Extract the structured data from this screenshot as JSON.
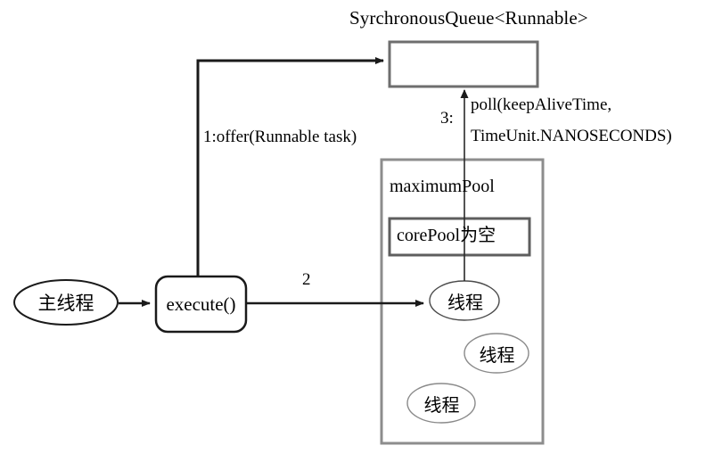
{
  "diagram": {
    "title_queue": "SyrchronousQueue<Runnable>",
    "nodes": {
      "main_thread": "主线程",
      "execute": "execute()",
      "max_pool": "maximumPool",
      "core_pool": "corePool为空",
      "thread1": "线程",
      "thread2": "线程",
      "thread3": "线程"
    },
    "edges": {
      "offer": "1:offer(Runnable task)",
      "step2": "2",
      "poll_index": "3:",
      "poll_line1": "poll(keepAliveTime,",
      "poll_line2": "TimeUnit.NANOSECONDS)"
    },
    "colors": {
      "stroke_dark": "#1a1a1a",
      "stroke_gray": "#707070",
      "stroke_light": "#9a9a9a",
      "background": "#ffffff"
    }
  }
}
